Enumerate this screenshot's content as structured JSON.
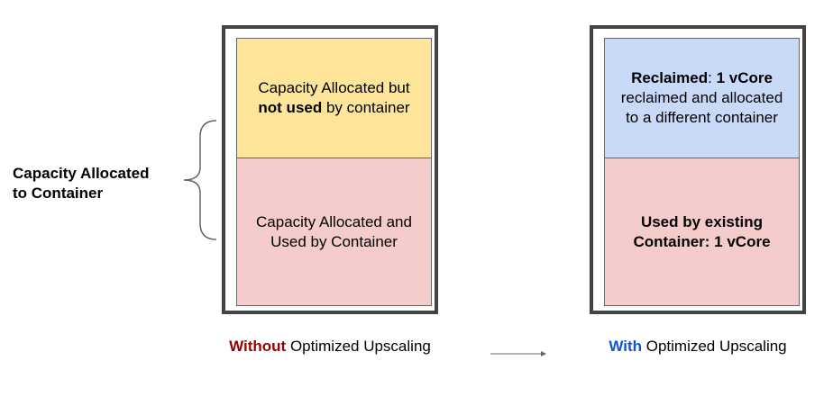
{
  "side_label": {
    "line1": "Capacity Allocated",
    "line2": "to Container"
  },
  "left_panel": {
    "top_block": {
      "pre": "Capacity Allocated but ",
      "bold": "not used",
      "post": " by container",
      "color": "#fee599"
    },
    "bottom_block": {
      "text": "Capacity Allocated and Used by Container",
      "color": "#f4cccc"
    },
    "caption": {
      "keyword": "Without",
      "keyword_color": "#990000",
      "rest": " Optimized Upscaling"
    }
  },
  "right_panel": {
    "top_block": {
      "bold": "Reclaimed",
      "rest_bold": ": 1 vCore",
      "post": "reclaimed and allocated to a different container",
      "color": "#c9daf8"
    },
    "bottom_block": {
      "text": "Used by  existing Container: 1 vCore",
      "color": "#f4cccc"
    },
    "caption": {
      "keyword": "With",
      "keyword_color": "#1155cc",
      "rest": " Optimized Upscaling"
    }
  },
  "colors": {
    "box_border": "#434343",
    "bracket": "#666666",
    "arrow": "#666666"
  }
}
